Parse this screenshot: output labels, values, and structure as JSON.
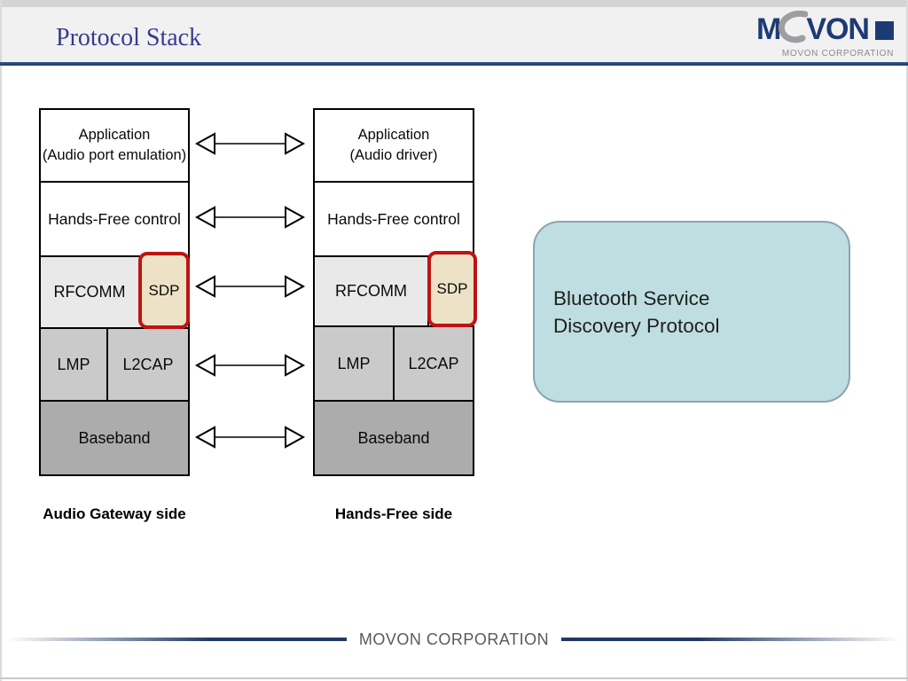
{
  "slide": {
    "title": "Protocol Stack",
    "footer_text": "MOVON CORPORATION"
  },
  "logo": {
    "part_m": "M",
    "part_von": "VON",
    "subtitle": "MOVON CORPORATION"
  },
  "diagram": {
    "stacks": [
      {
        "caption": "Audio Gateway side",
        "application_line1": "Application",
        "application_line2": "(Audio port emulation)",
        "hands_free": "Hands-Free control",
        "rfcomm": "RFCOMM",
        "sdp": "SDP",
        "lmp": "LMP",
        "l2cap": "L2CAP",
        "baseband": "Baseband"
      },
      {
        "caption": "Hands-Free side",
        "application_line1": "Application",
        "application_line2": "(Audio driver)",
        "hands_free": "Hands-Free control",
        "rfcomm": "RFCOMM",
        "sdp": "SDP",
        "lmp": "LMP",
        "l2cap": "L2CAP",
        "baseband": "Baseband"
      }
    ],
    "arrow_rows": 5
  },
  "callout": {
    "line1": "Bluetooth Service",
    "line2": "Discovery Protocol"
  },
  "colors": {
    "title": "#39398E",
    "header_rule": "#1F3864",
    "logo_navy": "#1D3B73",
    "logo_gray": "#9C9EA1",
    "sdp_fill": "#EDE2C6",
    "sdp_border": "#BE1414",
    "rfcomm_fill": "#E9E9E9",
    "lmp_l2cap_fill": "#CACACA",
    "baseband_fill": "#ACACAC",
    "callout_fill": "#BFDEE1",
    "callout_border": "#8AA5B0",
    "footer_text": "#595959"
  }
}
